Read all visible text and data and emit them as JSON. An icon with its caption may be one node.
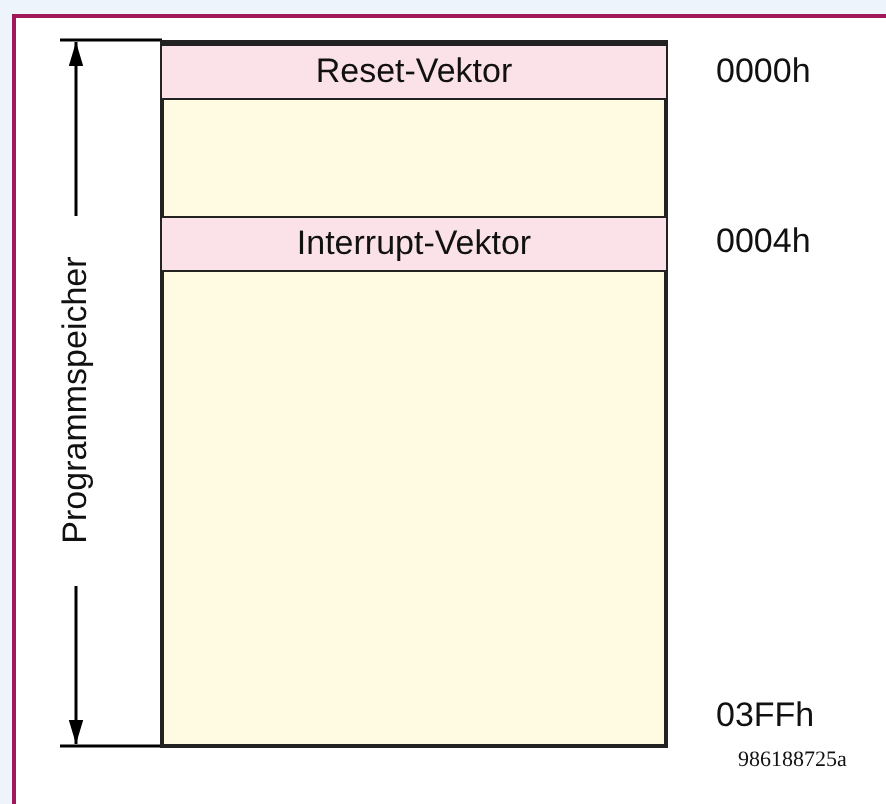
{
  "diagram": {
    "nodes": [
      {
        "text": [],
        "shape": "box"
      },
      {
        "text": [
          "Reset-Vektor"
        ],
        "in": 0
      },
      {
        "text": [
          "Interrupt-Vektor"
        ],
        "in": 0
      }
    ],
    "edges": [],
    "labels": [
      "Programmspeicher",
      "0000h",
      "0004h",
      "03FFh",
      "986188725a"
    ]
  }
}
